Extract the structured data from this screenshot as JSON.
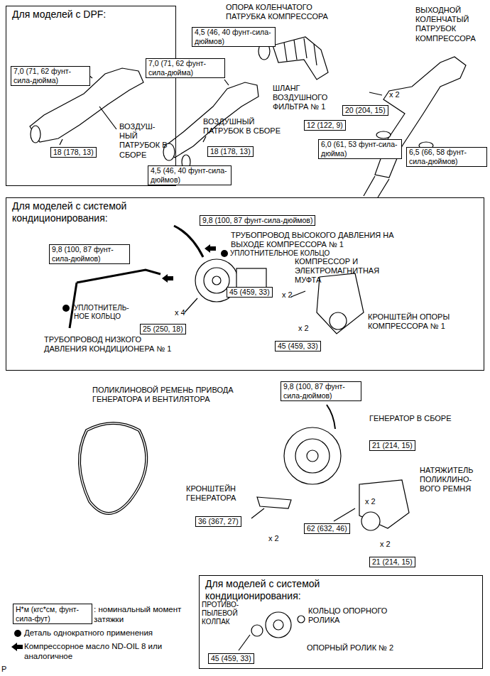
{
  "diagram": {
    "nodes": [
      {
        "text": [
          "Для моделей с DPF:"
        ]
      },
      {
        "text": [
          "7,0 (71, 62 фунт-сила-дюйма)"
        ],
        "in": 0
      },
      {
        "text": [
          "18 (178, 13)"
        ],
        "in": 0
      },
      {
        "text": [
          "4,5 (46, 40 фунт-сила-дюймов)"
        ]
      },
      {
        "text": [
          "7,0 (71, 62 фунт-сила-дюйма)"
        ]
      },
      {
        "text": [
          "18 (178, 13)"
        ]
      },
      {
        "text": [
          "4,5 (46, 40 фунт-сила-дюймов)"
        ]
      },
      {
        "text": [
          "20 (204, 15)"
        ]
      },
      {
        "text": [
          "12 (122, 9)"
        ]
      },
      {
        "text": [
          "6,0 (61, 53 фунт-сила-дюйма)"
        ]
      },
      {
        "text": [
          "6,5 (66, 58 фунт-сила-дюймов)"
        ]
      },
      {
        "text": [
          "Для моделей с системой кондиционирования:"
        ]
      },
      {
        "text": [
          "9,8 (100, 87 фунт-сила-дюймов)"
        ],
        "in": 11
      },
      {
        "text": [
          "9,8 (100, 87 фунт-сила-дюймов)"
        ],
        "in": 11
      },
      {
        "text": [
          "45 (459, 33)"
        ],
        "in": 11
      },
      {
        "text": [
          "25 (250, 18)"
        ],
        "in": 11
      },
      {
        "text": [
          "45 (459, 33)"
        ],
        "in": 11
      },
      {
        "text": [
          "9,8 (100, 87 фунт-сила-дюймов)"
        ]
      },
      {
        "text": [
          "21 (214, 15)"
        ]
      },
      {
        "text": [
          "36 (367, 27)"
        ]
      },
      {
        "text": [
          "62 (632, 46)"
        ]
      },
      {
        "text": [
          "21 (214, 15)"
        ]
      },
      {
        "text": [
          "Для моделей с системой кондиционирования:"
        ]
      },
      {
        "text": [
          "45 (459, 33)"
        ],
        "in": 22
      }
    ],
    "labels": [
      "ВОЗДУШ- НЫЙ ПАТРУБОК В СБОРЕ",
      "ОПОРА КОЛЕНЧАТОГО ПАТРУБКА КОМПРЕССОРА",
      "ВЫХОДНОЙ КОЛЕНЧАТЫЙ ПАТРУБОК КОМПРЕССОРА",
      "ШЛАНГ ВОЗДУШНОГО ФИЛЬТРА № 1",
      "ВОЗДУШНЫЙ ПАТРУБОК В СБОРЕ",
      "x 2",
      "ТРУБОПРОВОД ВЫСОКОГО ДАВЛЕНИЯ НА ВЫХОДЕ КОМПРЕССОРА № 1",
      "УПЛОТНИТЕЛЬНОЕ КОЛЬЦО",
      "КОМПРЕССОР И ЭЛЕКТРОМАГНИТНАЯ МУФТА",
      "x 2",
      "x 2",
      "КРОНШТЕЙН ОПОРЫ КОМПРЕССОРА № 1",
      "УПЛОТНИТЕЛЬ- НОЕ КОЛЬЦО",
      "x 4",
      "ТРУБОПРОВОД НИЗКОГО ДАВЛЕНИЯ КОНДИЦИОНЕРА № 1",
      "ПОЛИКЛИНОВОЙ РЕМЕНЬ ПРИВОДА ГЕНЕРАТОРА И ВЕНТИЛЯТОРА",
      "ГЕНЕРАТОР В СБОРЕ",
      "НАТЯЖИТЕЛЬ ПОЛИКЛИНО- ВОГО РЕМНЯ",
      "КРОНШТЕЙН ГЕНЕРАТОРА",
      "x 2",
      "x 2",
      "x 2",
      "ПРОТИВО- ПЫЛЕВОЙ КОЛПАК",
      "КОЛЬЦО ОПОРНОГО РОЛИКА",
      "ОПОРНЫЙ РОЛИК № 2",
      "Н*м (кгс*см, фунт-сила-фут)",
      "P"
    ],
    "legend": [
      {
        "text": ": номинальный момент затяжки"
      },
      {
        "text": "Деталь однократного применения"
      },
      {
        "text": "Компрессорное масло ND-OIL 8 или аналогичное"
      }
    ]
  }
}
